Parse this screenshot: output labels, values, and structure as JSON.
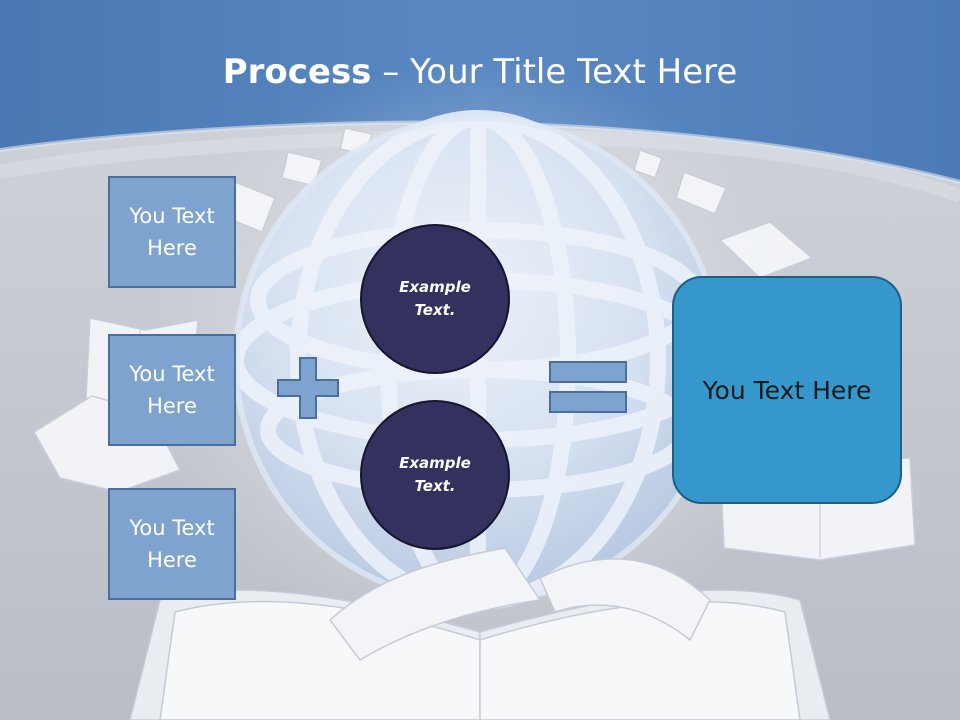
{
  "slide": {
    "title_strong": "Process",
    "title_rest": " – Your Title Text Here",
    "left_boxes": [
      {
        "label": "You Text Here"
      },
      {
        "label": "You Text Here"
      },
      {
        "label": "You Text Here"
      }
    ],
    "circles": [
      {
        "label": "Example Text."
      },
      {
        "label": "Example Text."
      }
    ],
    "result": {
      "label": "You Text Here"
    }
  },
  "colors": {
    "header_blue": "#4e7db9",
    "box_fill": "#7fa3cf",
    "circle_fill": "#33325f",
    "result_fill": "#3597cc"
  },
  "icons": {
    "operator_1": "plus-icon",
    "operator_2": "equals-icon",
    "background": "globe-with-open-books-illustration"
  }
}
